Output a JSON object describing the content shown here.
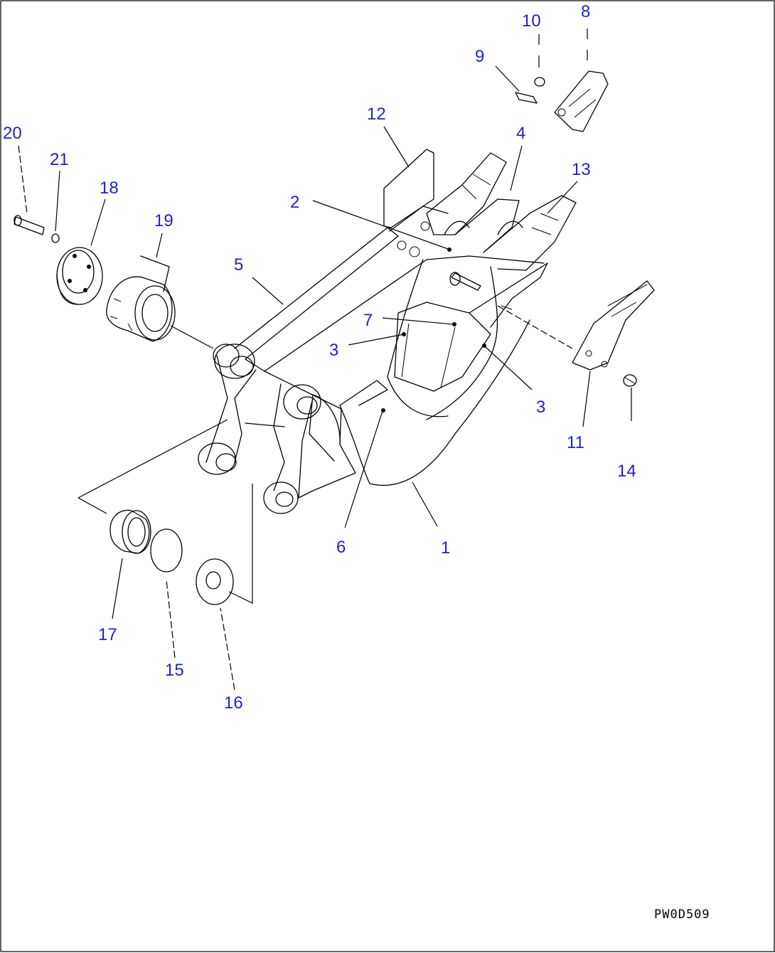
{
  "diagram": {
    "drawing_code": "PW0D509",
    "callouts": [
      "1",
      "2",
      "3",
      "3",
      "4",
      "5",
      "6",
      "7",
      "8",
      "9",
      "10",
      "11",
      "12",
      "13",
      "14",
      "15",
      "16",
      "17",
      "18",
      "19",
      "20",
      "21"
    ]
  }
}
